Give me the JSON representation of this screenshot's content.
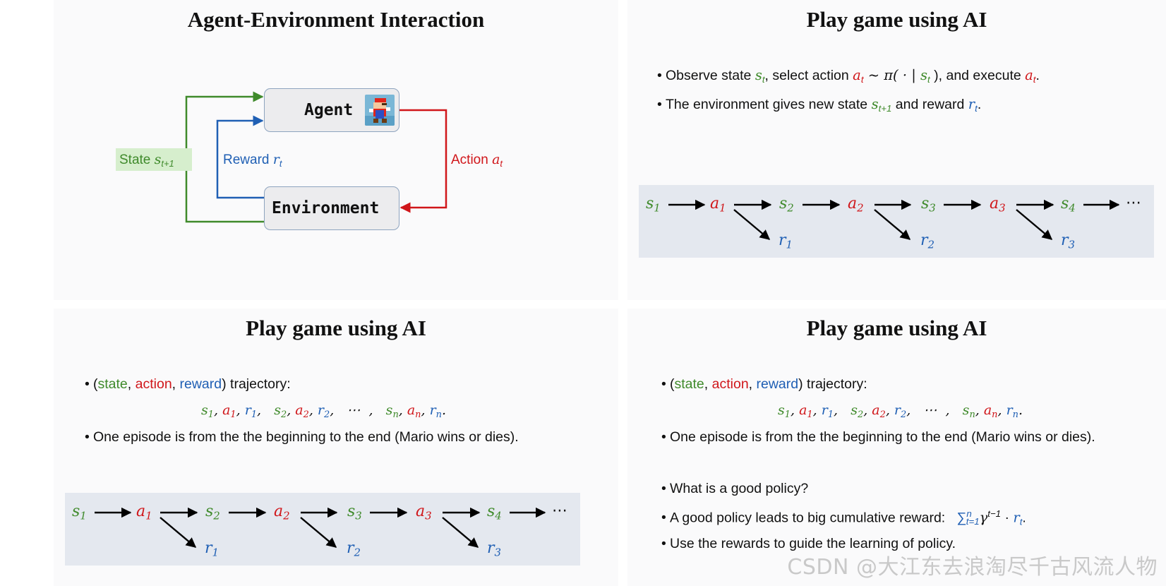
{
  "panel1": {
    "title": "Agent-Environment Interaction",
    "agent_label": "Agent",
    "environment_label": "Environment",
    "state_label": "State",
    "state_sym": "s",
    "state_sub": "t+1",
    "reward_label": "Reward",
    "reward_sym": "r",
    "reward_sub": "t",
    "action_label": "Action",
    "action_sym": "a",
    "action_sub": "t",
    "agent_icon": "mario-icon"
  },
  "panel2": {
    "title": "Play game using AI",
    "b1": {
      "p1": "Observe state ",
      "s": "s",
      "s_sub": "t",
      "p2": ", select action ",
      "a": "a",
      "a_sub": "t",
      "p3": " ~ π( · | ",
      "s2": "s",
      "s2_sub": "t",
      "p4": " ), and execute ",
      "a2": "a",
      "a2_sub": "t",
      "p5": "."
    },
    "b2": {
      "p1": "The environment gives new state ",
      "s": "s",
      "s_sub": "t+1",
      "p2": " and reward ",
      "r": "r",
      "r_sub": "t",
      "p3": "."
    }
  },
  "chain": {
    "s1": "s",
    "s1_sub": "1",
    "a1": "a",
    "a1_sub": "1",
    "r1": "r",
    "r1_sub": "1",
    "s2": "s",
    "s2_sub": "2",
    "a2": "a",
    "a2_sub": "2",
    "r2": "r",
    "r2_sub": "2",
    "s3": "s",
    "s3_sub": "3",
    "a3": "a",
    "a3_sub": "3",
    "r3": "r",
    "r3_sub": "3",
    "s4": "s",
    "s4_sub": "4",
    "ellipsis": "⋯"
  },
  "panel3": {
    "title": "Play game using AI",
    "traj_open": "(",
    "traj_state": "state",
    "traj_c1": ", ",
    "traj_action": "action",
    "traj_c2": ", ",
    "traj_reward": "reward",
    "traj_close": ") trajectory:",
    "seq": {
      "s1": "s",
      "s1_sub": "1",
      "a1": "a",
      "a1_sub": "1",
      "r1": "r",
      "r1_sub": "1",
      "s2": "s",
      "s2_sub": "2",
      "a2": "a",
      "a2_sub": "2",
      "r2": "r",
      "r2_sub": "2",
      "sn": "s",
      "sn_sub": "n",
      "an": "a",
      "an_sub": "n",
      "rn": "r",
      "rn_sub": "n",
      "ellipsis": "⋯",
      "comma": ",",
      "period": "."
    },
    "episode": "One episode is from the the beginning to the end (Mario wins or dies)."
  },
  "panel4": {
    "title": "Play game using AI",
    "traj_open": "(",
    "traj_state": "state",
    "traj_c1": ", ",
    "traj_action": "action",
    "traj_c2": ", ",
    "traj_reward": "reward",
    "traj_close": ") trajectory:",
    "seq": {
      "s1": "s",
      "s1_sub": "1",
      "a1": "a",
      "a1_sub": "1",
      "r1": "r",
      "r1_sub": "1",
      "s2": "s",
      "s2_sub": "2",
      "a2": "a",
      "a2_sub": "2",
      "r2": "r",
      "r2_sub": "2",
      "sn": "s",
      "sn_sub": "n",
      "an": "a",
      "an_sub": "n",
      "rn": "r",
      "rn_sub": "n",
      "ellipsis": "⋯",
      "comma": ",",
      "period": "."
    },
    "episode": "One episode is from the the beginning to the end (Mario wins or dies).",
    "q_policy": "What is a good policy?",
    "good_policy": "A good policy leads to big cumulative reward:",
    "sum_sym": "∑",
    "sum_sup": "n",
    "sum_sub": "t=1",
    "gamma": "γ",
    "gamma_sup": "t−1",
    "dot": " · ",
    "r": "r",
    "r_sub": "t",
    "period": ".",
    "use_rewards": "Use the rewards to guide the learning of policy."
  },
  "watermark": "CSDN @大江东去浪淘尽千古风流人物",
  "colors": {
    "state": "#3f8a2b",
    "action": "#d0161a",
    "reward": "#1f5fb4",
    "chain_bg": "#e4e8ef",
    "box_border": "#8ea4bf"
  }
}
